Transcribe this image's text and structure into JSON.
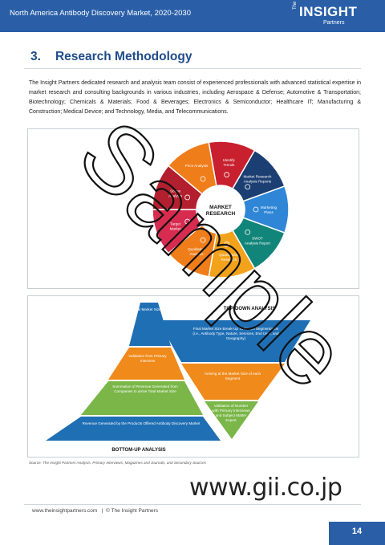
{
  "header": {
    "title": "North America Antibody Discovery Market, 2020-2030",
    "logo_the": "The",
    "logo_brand": "INSIGHT",
    "logo_partners": "Partners"
  },
  "section": {
    "number": "3.",
    "title": "Research Methodology"
  },
  "intro": "The Insight Partners dedicated research and analysis team consist of experienced professionals with advanced statistical expertise in market research and consulting backgrounds in various industries, including Aerospace & Defense; Automotive & Transportation; Biotechnology; Chemicals & Materials; Food & Beverages; Electronics & Semiconductor; Healthcare IT; Manufacturing & Construction; Medical Device; and Technology, Media, and Telecommunications.",
  "wheel": {
    "center_line1": "MARKET",
    "center_line2": "RESEARCH",
    "colors": {
      "red": "#c8202f",
      "navy": "#1c3f73",
      "blue": "#2f86d6",
      "teal": "#12857a",
      "orange": "#ef7d1a",
      "amber": "#f3a21b",
      "pink": "#d72c4f",
      "crimson": "#b21f2e"
    },
    "segments": [
      {
        "label1": "Identify",
        "label2": "Trends"
      },
      {
        "label1": "Market Research",
        "label2": "Analysis Reports"
      },
      {
        "label1": "Marketing",
        "label2": "Plans"
      },
      {
        "label1": "SWOT",
        "label2": "Analysis Report"
      },
      {
        "label1": "Quantitative",
        "label2": "Research"
      },
      {
        "label1": "Qualitative",
        "label2": "Analysis"
      },
      {
        "label1": "Target",
        "label2": "Market"
      },
      {
        "label1": "Scope",
        "label2": "Analysis"
      },
      {
        "label1": "Price Analysis",
        "label2": ""
      }
    ]
  },
  "pyramid": {
    "top_label": "TOP-DOWN ANALYSIS",
    "bottom_label": "BOTTOM-UP ANALYSIS",
    "colors": {
      "blue": "#1f6fb5",
      "orange": "#ef8a1b",
      "green": "#7ab648"
    },
    "left": [
      "Final Market Size",
      "Validation from Primary Interview",
      "Summation of Revenue Generated from Companies to arrive Total Market Size",
      "Revenue Generated by the Products Offered Antibody Discovery Market"
    ],
    "right": [
      "Final Market Size Break-Up To Reach Segmentation (i.e., Antibody Type, Nature, Services, End User, and Geography)",
      "Arriving at the Market Size of each Segment",
      "Validation of Number with Primary Interviews and Subject Matter Expert"
    ]
  },
  "source": "Source: The Insight Partners Analysis, Primary Interviews, Magazines and Journals, and Secondary Sources",
  "footer": {
    "website": "www.theinsightpartners.com",
    "separator": "|",
    "copyright": "© The Insight Partners",
    "page": "14"
  },
  "watermark": {
    "text": "Sample",
    "url": "www.gii.co.jp"
  }
}
